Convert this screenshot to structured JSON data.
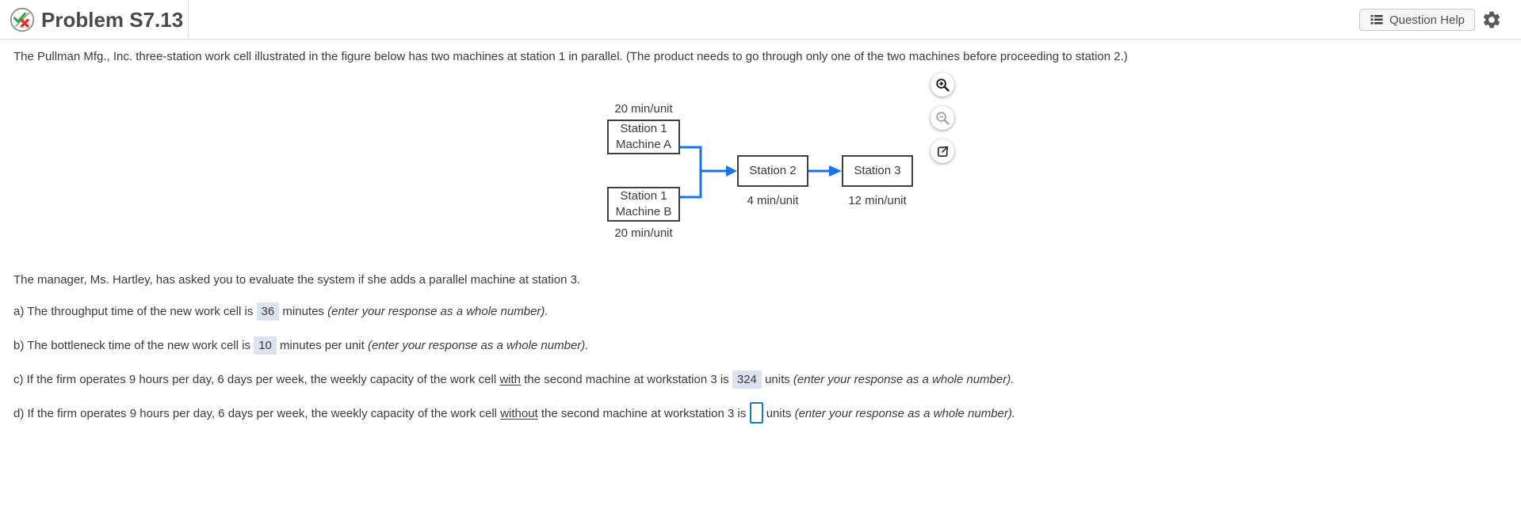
{
  "header": {
    "title": "Problem S7.13",
    "question_help_label": "Question Help"
  },
  "problem": {
    "statement": "The Pullman Mfg., Inc. three-station work cell illustrated in the figure below has two machines at station 1 in parallel. (The product needs to go through only one of the two machines before proceeding to station 2.)",
    "manager_note": "The manager, Ms. Hartley, has asked you to evaluate the system if she adds a parallel machine at station 3."
  },
  "figure": {
    "machine_a": {
      "line1": "Station 1",
      "line2": "Machine A",
      "rate": "20 min/unit"
    },
    "machine_b": {
      "line1": "Station 1",
      "line2": "Machine B",
      "rate": "20 min/unit"
    },
    "station2": {
      "label": "Station 2",
      "rate": "4 min/unit"
    },
    "station3": {
      "label": "Station 3",
      "rate": "12 min/unit"
    }
  },
  "questions": [
    {
      "p1": "a) The throughput time of the new work cell is",
      "value": "36",
      "p3": "minutes",
      "note": "(enter your response as a whole number)."
    },
    {
      "p1": "b) The bottleneck time of the new work cell is",
      "value": "10",
      "p3": "minutes per unit",
      "note": "(enter your response as a whole number)."
    },
    {
      "p1": "c) If the firm operates 9 hours per day, 6 days per week, the weekly capacity of the work cell",
      "u": "with",
      "p2": "the second machine at workstation 3 is",
      "value": "324",
      "p3": "units",
      "note": "(enter your response as a whole number)."
    },
    {
      "p1": "d) If the firm operates 9 hours per day, 6 days per week, the weekly capacity of the work cell",
      "u": "without",
      "p2": "the second machine at workstation 3 is",
      "p3": "units",
      "note": "(enter your response as a whole number)."
    }
  ],
  "input_d": {
    "value": "",
    "placeholder": ""
  },
  "colors": {
    "connector_blue": "#1b72e8",
    "answer_chip_bg": "#dce3f0",
    "input_border": "#1b7fa0",
    "check_green": "#34a74a",
    "x_red": "#d7342c"
  }
}
